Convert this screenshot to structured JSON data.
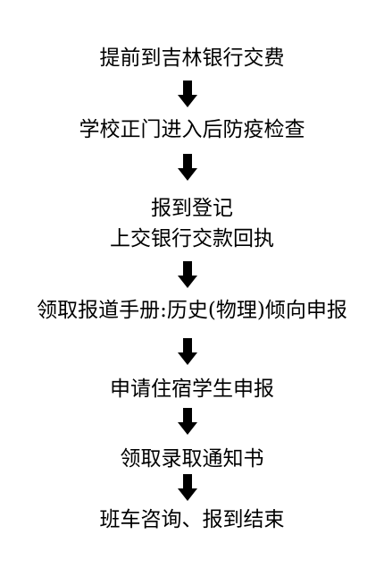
{
  "steps": [
    {
      "line1": "提前到吉林银行交费"
    },
    {
      "line1": "学校正门进入后防疫检查"
    },
    {
      "line1": "报到登记",
      "line2": "上交银行交款回执"
    },
    {
      "line1": "领取报道手册:历史(物理)倾向申报"
    },
    {
      "line1": "申请住宿学生申报"
    },
    {
      "line1": "领取录取通知书"
    },
    {
      "line1": "班车咨询、报到结束"
    }
  ],
  "arrow_icon": "down-arrow-icon",
  "colors": {
    "text": "#000000",
    "arrow": "#000000",
    "background": "#ffffff"
  }
}
